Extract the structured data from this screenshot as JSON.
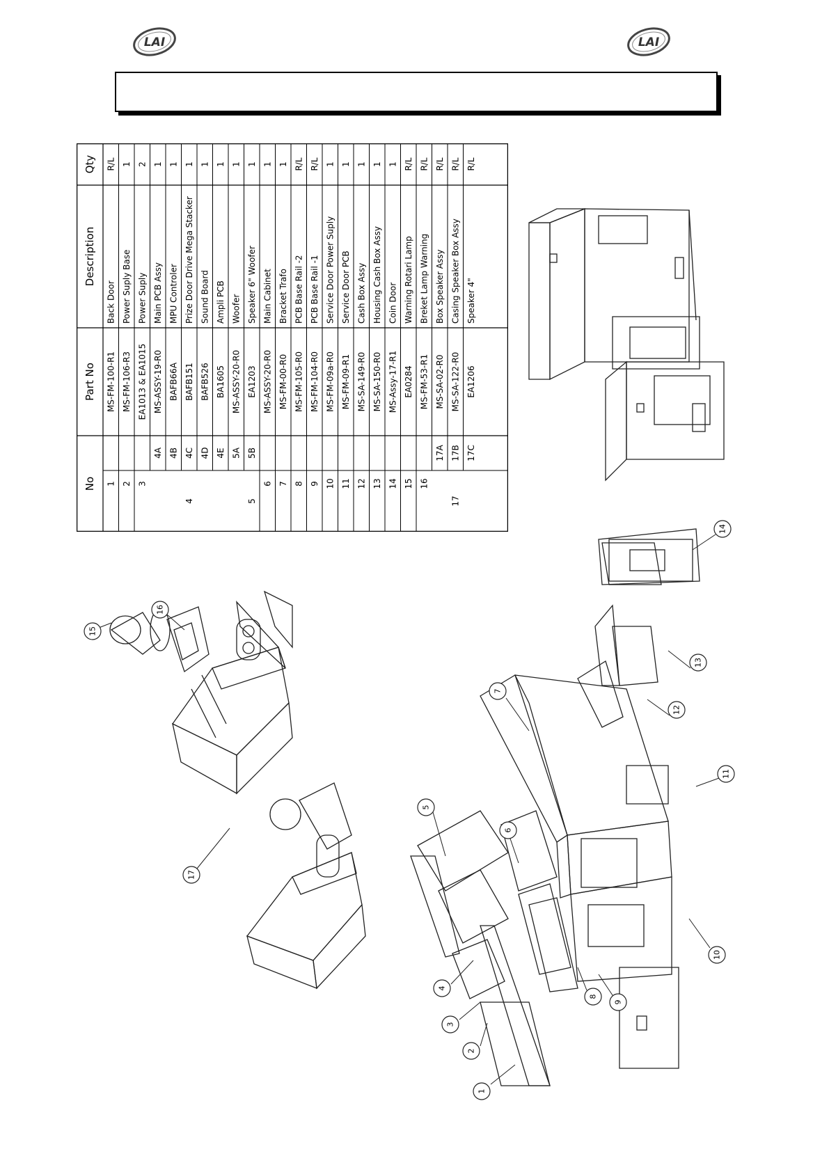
{
  "logo_text": "LAI",
  "title": "",
  "table": {
    "headers": {
      "no": "No",
      "part_no": "Part No",
      "description": "Description",
      "qty": "Qty"
    },
    "rows": [
      {
        "no": "1",
        "sub": "",
        "part_no": "MS-FM-100-R1",
        "description": "Back Door",
        "qty": "R/L"
      },
      {
        "no": "2",
        "sub": "",
        "part_no": "MS-FM-106-R3",
        "description": "Power Suply Base",
        "qty": "1"
      },
      {
        "no": "3",
        "sub": "",
        "part_no": "EA1013 & EA1015",
        "description": "Power Suply",
        "qty": "2"
      },
      {
        "no": "",
        "sub": "4A",
        "part_no": "MS-ASSY-19-R0",
        "description": "Main PCB Assy",
        "qty": "1"
      },
      {
        "no": "",
        "sub": "4B",
        "part_no": "BAFB66A",
        "description": "MPU Controler",
        "qty": "1"
      },
      {
        "no": "4",
        "sub": "4C",
        "part_no": "BAFB151",
        "description": "Prize Door Drive Mega Stacker",
        "qty": "1"
      },
      {
        "no": "",
        "sub": "4D",
        "part_no": "BAFB526",
        "description": "Sound Board",
        "qty": "1"
      },
      {
        "no": "",
        "sub": "4E",
        "part_no": "BA1605",
        "description": "Ampli PCB",
        "qty": "1"
      },
      {
        "no": "",
        "sub": "5A",
        "part_no": "MS-ASSY-20-R0",
        "description": "Woofer",
        "qty": "1"
      },
      {
        "no": "5",
        "sub": "5B",
        "part_no": "EA1203",
        "description": "Speaker 6\" Woofer",
        "qty": "1"
      },
      {
        "no": "6",
        "sub": "",
        "part_no": "MS-ASSY-20-R0",
        "description": "Main Cabinet",
        "qty": "1"
      },
      {
        "no": "7",
        "sub": "",
        "part_no": "MS-FM-00-R0",
        "description": "Bracket Trafo",
        "qty": "1"
      },
      {
        "no": "8",
        "sub": "",
        "part_no": "MS-FM-105-R0",
        "description": "PCB Base Rail -2",
        "qty": "R/L"
      },
      {
        "no": "9",
        "sub": "",
        "part_no": "MS-FM-104-R0",
        "description": "PCB Base Rail -1",
        "qty": "R/L"
      },
      {
        "no": "10",
        "sub": "",
        "part_no": "MS-FM-09a-R0",
        "description": "Service Door Power Suply",
        "qty": "1"
      },
      {
        "no": "11",
        "sub": "",
        "part_no": "MS-FM-09-R1",
        "description": "Service Door PCB",
        "qty": "1"
      },
      {
        "no": "12",
        "sub": "",
        "part_no": "MS-SA-149-R0",
        "description": "Cash Box Assy",
        "qty": "1"
      },
      {
        "no": "13",
        "sub": "",
        "part_no": "MS-SA-150-R0",
        "description": "Housing Cash Box Assy",
        "qty": "1"
      },
      {
        "no": "14",
        "sub": "",
        "part_no": "MS-Assy-17-R1",
        "description": "Coin Door",
        "qty": "1"
      },
      {
        "no": "15",
        "sub": "",
        "part_no": "EA0284",
        "description": "Warning Rotari Lamp",
        "qty": "R/L"
      },
      {
        "no": "16",
        "sub": "",
        "part_no": "MS-FM-53-R1",
        "description": "Breket Lamp Warning",
        "qty": "R/L"
      },
      {
        "no": "",
        "sub": "17A",
        "part_no": "MS-SA-02-R0",
        "description": "Box Speaker Assy",
        "qty": "R/L"
      },
      {
        "no": "17",
        "sub": "17B",
        "part_no": "MS-SA-122-R0",
        "description": "Casing Speaker Box Assy",
        "qty": "R/L"
      },
      {
        "no": "",
        "sub": "17C",
        "part_no": "EA1206",
        "description": "Speaker 4\"",
        "qty": "R/L"
      }
    ]
  },
  "callouts": [
    "1",
    "2",
    "3",
    "4",
    "5",
    "6",
    "7",
    "8",
    "9",
    "10",
    "11",
    "12",
    "13",
    "14",
    "15",
    "16",
    "17"
  ]
}
